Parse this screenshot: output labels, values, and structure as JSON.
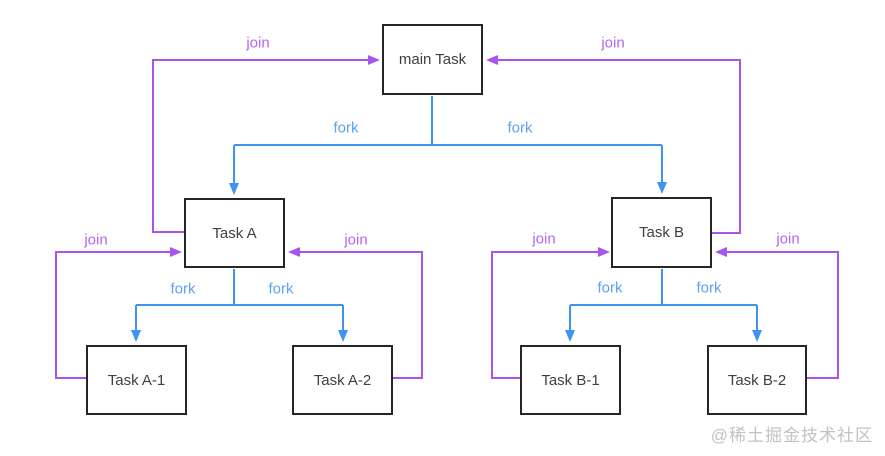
{
  "diagram": {
    "nodes": {
      "main": {
        "label": "main Task"
      },
      "a": {
        "label": "Task A"
      },
      "b": {
        "label": "Task B"
      },
      "a1": {
        "label": "Task A-1"
      },
      "a2": {
        "label": "Task A-2"
      },
      "b1": {
        "label": "Task B-1"
      },
      "b2": {
        "label": "Task B-2"
      }
    },
    "edge_labels": {
      "fork": "fork",
      "join": "join"
    },
    "edges": [
      {
        "from": "main Task",
        "to": "Task A",
        "type": "fork"
      },
      {
        "from": "main Task",
        "to": "Task B",
        "type": "fork"
      },
      {
        "from": "Task A",
        "to": "Task A-1",
        "type": "fork"
      },
      {
        "from": "Task A",
        "to": "Task A-2",
        "type": "fork"
      },
      {
        "from": "Task B",
        "to": "Task B-1",
        "type": "fork"
      },
      {
        "from": "Task B",
        "to": "Task B-2",
        "type": "fork"
      },
      {
        "from": "Task A",
        "to": "main Task",
        "type": "join"
      },
      {
        "from": "Task B",
        "to": "main Task",
        "type": "join"
      },
      {
        "from": "Task A-1",
        "to": "Task A",
        "type": "join"
      },
      {
        "from": "Task A-2",
        "to": "Task A",
        "type": "join"
      },
      {
        "from": "Task B-1",
        "to": "Task B",
        "type": "join"
      },
      {
        "from": "Task B-2",
        "to": "Task B",
        "type": "join"
      }
    ],
    "colors": {
      "fork_line": "#3e94f0",
      "fork_label": "#5ea2f2",
      "join_line": "#a855f0",
      "join_label": "#b266f2",
      "node_border": "#262626",
      "node_text": "#404040",
      "watermark": "#c2c2c2",
      "background": "#ffffff"
    }
  },
  "watermark": {
    "text": "@稀土掘金技术社区"
  }
}
